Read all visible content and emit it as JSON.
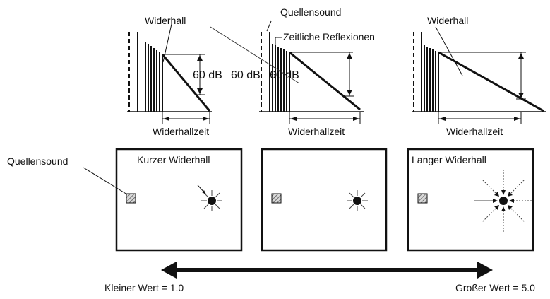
{
  "top_labels": {
    "reverb_left": "Widerhall",
    "source_sound_top": "Quellensound",
    "early_reflections": "Zeitliche Reflexionen",
    "reverb_right": "Widerhall",
    "db_left": "60 dB",
    "db_mid": "60 dB",
    "db_right": "60 dB"
  },
  "decay_labels": [
    "Widerhallzeit",
    "Widerhallzeit",
    "Widerhallzeit"
  ],
  "rooms": {
    "source_label": "Quellensound",
    "short_reverb": "Kurzer Widerhall",
    "long_reverb": "Langer Widerhall"
  },
  "scale": {
    "min_label": "Kleiner Wert = 1.0",
    "max_label": "Großer Wert = 5.0"
  },
  "colors": {
    "ink": "#111111",
    "hatch": "#555555",
    "background": "#ffffff"
  }
}
